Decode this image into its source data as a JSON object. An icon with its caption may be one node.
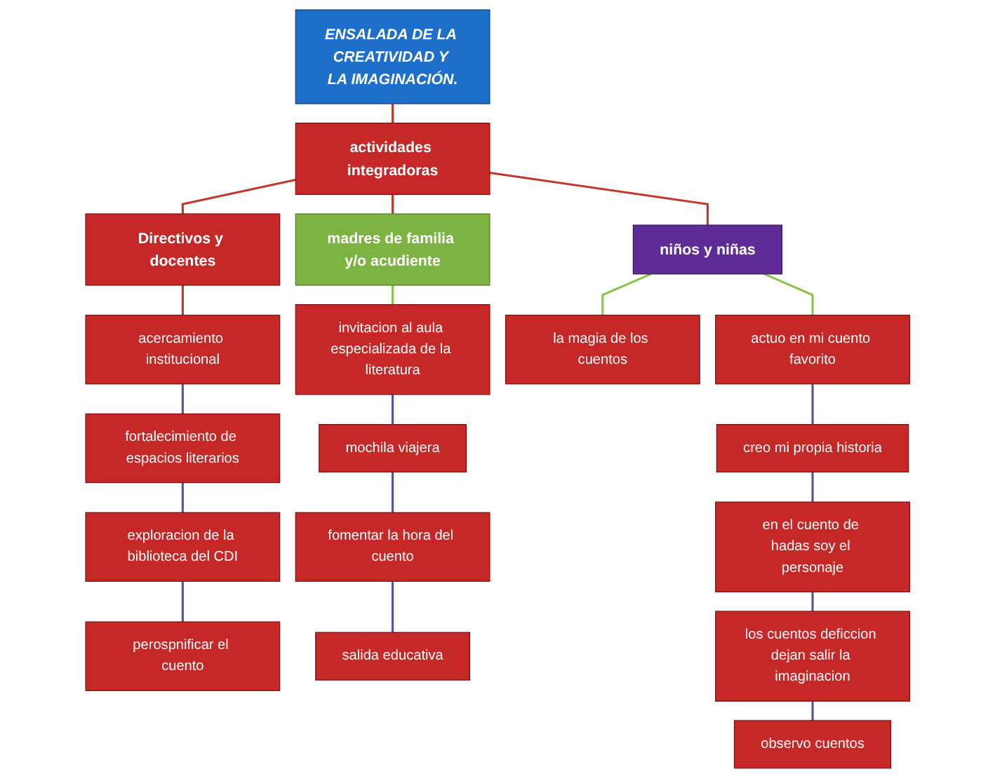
{
  "diagram": {
    "nodes": [
      {
        "text": [
          "ENSALADA DE LA CREATIVIDAD Y LA IMAGINACIÓN."
        ]
      },
      {
        "text": [
          "actividades integradoras"
        ]
      },
      {
        "text": [
          "Directivos y docentes"
        ]
      },
      {
        "text": [
          "madres de familia y/o acudiente"
        ]
      },
      {
        "text": [
          "niños y niñas"
        ]
      },
      {
        "text": [
          "acercamiento institucional"
        ]
      },
      {
        "text": [
          "fortalecimiento de espacios literarios"
        ]
      },
      {
        "text": [
          "exploracion de la biblioteca del CDI"
        ]
      },
      {
        "text": [
          "perospnificar el cuento"
        ]
      },
      {
        "text": [
          "invitacion al aula especializada de la literatura"
        ]
      },
      {
        "text": [
          "mochila viajera"
        ]
      },
      {
        "text": [
          "fomentar la hora del cuento"
        ]
      },
      {
        "text": [
          "salida educativa"
        ]
      },
      {
        "text": [
          "la magia de los cuentos"
        ]
      },
      {
        "text": [
          "actuo en mi cuento favorito"
        ]
      },
      {
        "text": [
          "creo mi propia historia"
        ]
      },
      {
        "text": [
          "en el cuento de hadas soy el personaje"
        ]
      },
      {
        "text": [
          "los cuentos deficcion dejan salir la imaginacion"
        ]
      },
      {
        "text": [
          "observo cuentos"
        ]
      }
    ],
    "edges": [
      {
        "from": 0,
        "to": 1,
        "arrow": "none",
        "color": "#c0392b"
      },
      {
        "from": 1,
        "to": 2,
        "arrow": "none",
        "color": "#c0392b"
      },
      {
        "from": 1,
        "to": 3,
        "arrow": "none",
        "color": "#c0392b"
      },
      {
        "from": 1,
        "to": 4,
        "arrow": "none",
        "color": "#c0392b"
      },
      {
        "from": 2,
        "to": 5,
        "arrow": "none",
        "color": "#c0392b"
      },
      {
        "from": 5,
        "to": 6,
        "arrow": "none"
      },
      {
        "from": 6,
        "to": 7,
        "arrow": "none"
      },
      {
        "from": 7,
        "to": 8,
        "arrow": "none"
      },
      {
        "from": 3,
        "to": 9,
        "arrow": "none",
        "color": "#8bc34a"
      },
      {
        "from": 9,
        "to": 10,
        "arrow": "none"
      },
      {
        "from": 10,
        "to": 11,
        "arrow": "none"
      },
      {
        "from": 11,
        "to": 12,
        "arrow": "none"
      },
      {
        "from": 4,
        "to": 13,
        "arrow": "none",
        "color": "#8bc34a"
      },
      {
        "from": 4,
        "to": 14,
        "arrow": "none",
        "color": "#8bc34a"
      },
      {
        "from": 14,
        "to": 15,
        "arrow": "none"
      },
      {
        "from": 15,
        "to": 16,
        "arrow": "none"
      },
      {
        "from": 16,
        "to": 17,
        "arrow": "none"
      },
      {
        "from": 17,
        "to": 18,
        "arrow": "none"
      }
    ]
  }
}
